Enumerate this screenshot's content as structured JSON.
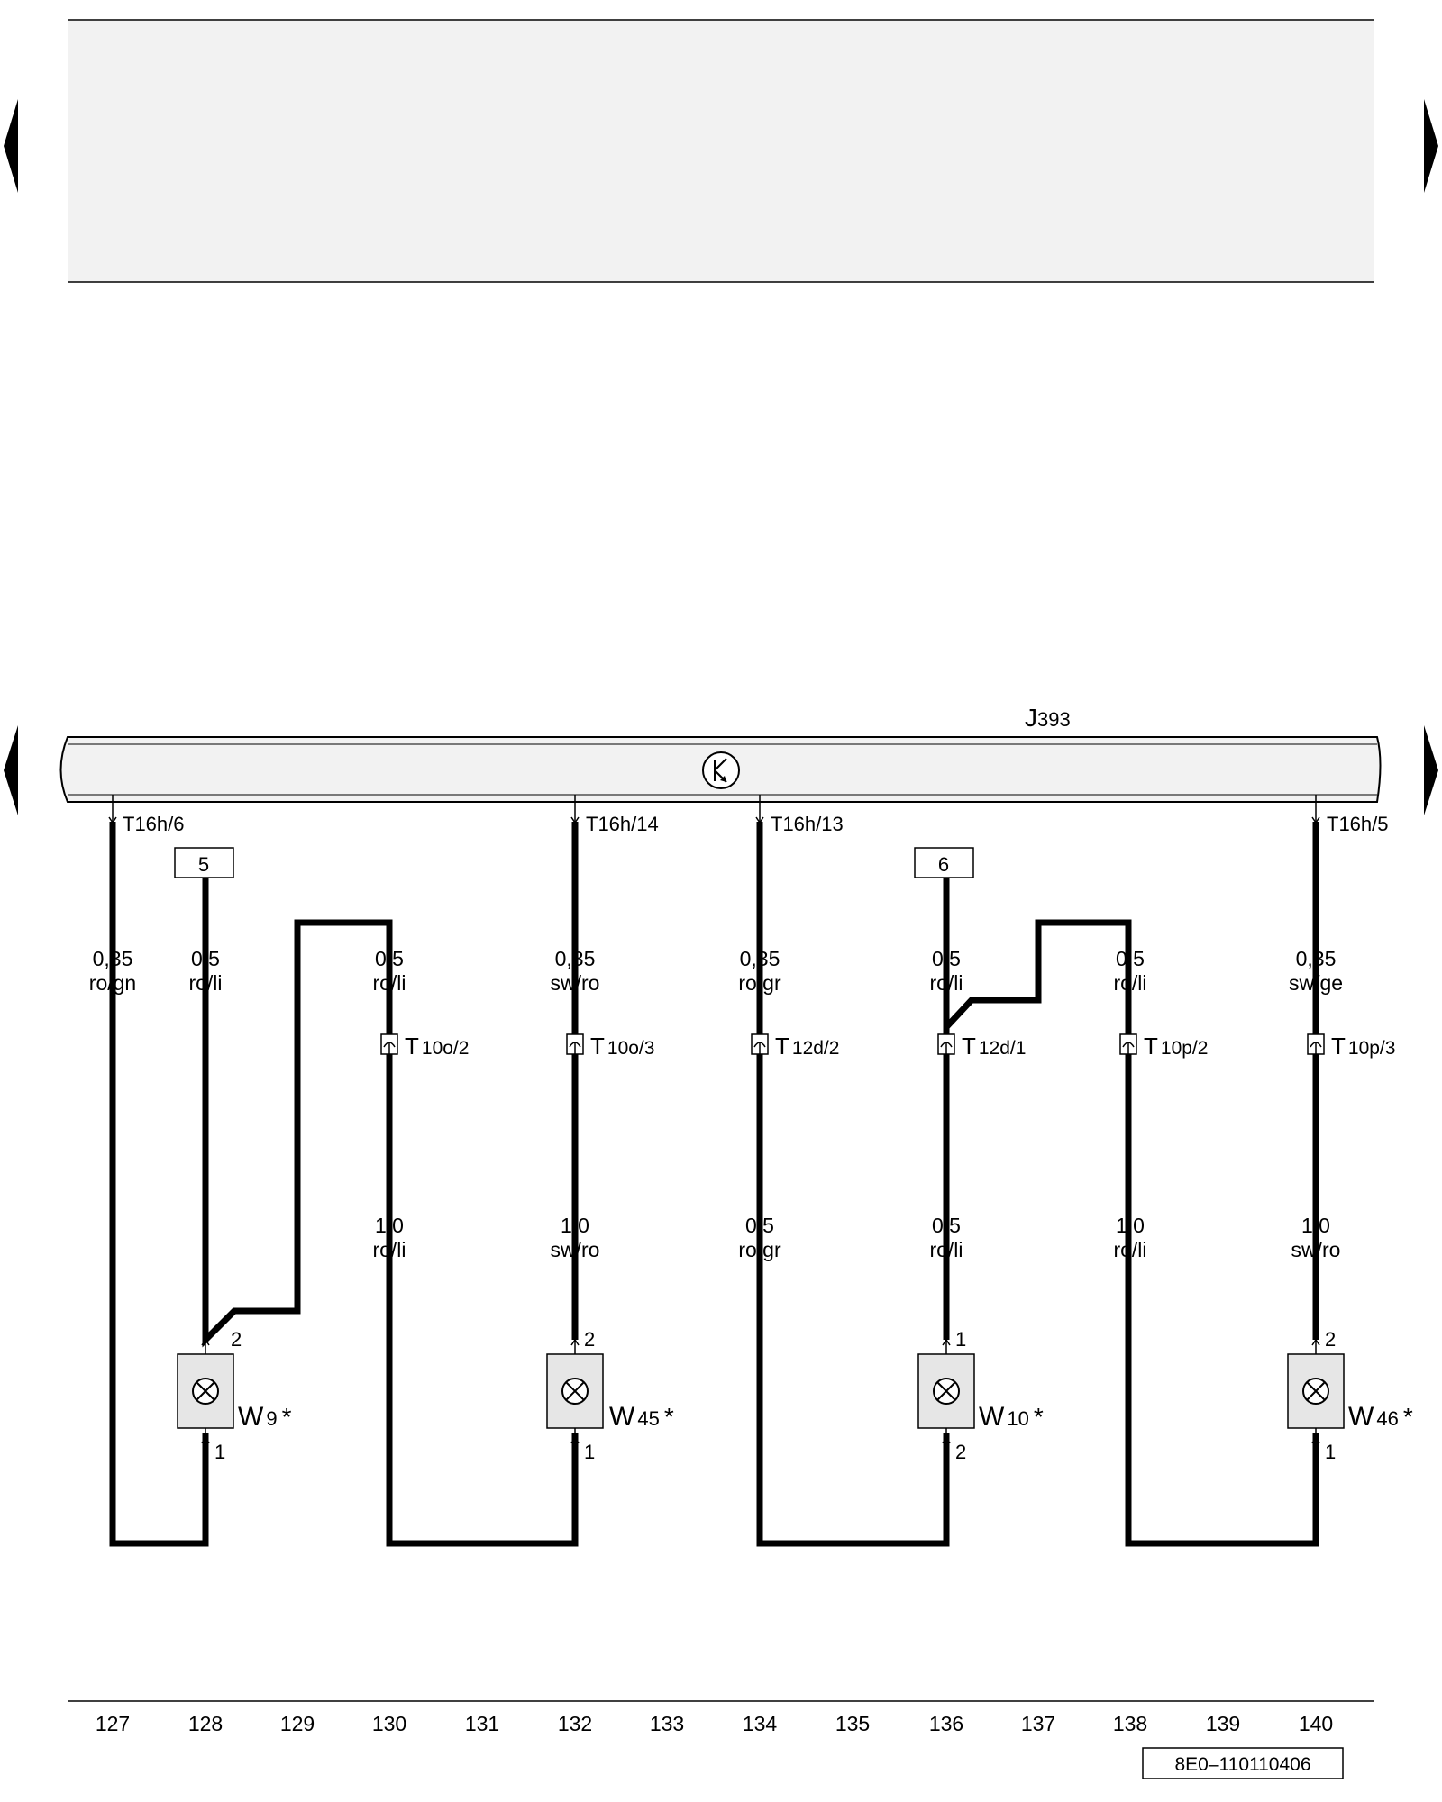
{
  "component": {
    "name_main": "J",
    "name_sub": "393"
  },
  "connectors": [
    {
      "pin": "T16h/6"
    },
    {
      "pin": "T16h/14"
    },
    {
      "pin": "T16h/13"
    },
    {
      "pin": "T16h/5"
    }
  ],
  "references": [
    "5",
    "6"
  ],
  "wire_labels": [
    {
      "size": "0,35",
      "color": "ro/gn"
    },
    {
      "size": "0,5",
      "color": "ro/li"
    },
    {
      "size": "0,5",
      "color": "ro/li"
    },
    {
      "size": "0,35",
      "color": "sw/ro"
    },
    {
      "size": "0,35",
      "color": "ro/gr"
    },
    {
      "size": "0,5",
      "color": "ro/li"
    },
    {
      "size": "0,5",
      "color": "ro/li"
    },
    {
      "size": "0,35",
      "color": "sw/ge"
    },
    {
      "size": "1,0",
      "color": "ro/li"
    },
    {
      "size": "1,0",
      "color": "sw/ro"
    },
    {
      "size": "0,5",
      "color": "ro/gr"
    },
    {
      "size": "0,5",
      "color": "ro/li"
    },
    {
      "size": "1,0",
      "color": "ro/li"
    },
    {
      "size": "1,0",
      "color": "sw/ro"
    }
  ],
  "plug_connectors": [
    {
      "main": "T",
      "sub": "10o/2"
    },
    {
      "main": "T",
      "sub": "10o/3"
    },
    {
      "main": "T",
      "sub": "12d/2"
    },
    {
      "main": "T",
      "sub": "12d/1"
    },
    {
      "main": "T",
      "sub": "10p/2"
    },
    {
      "main": "T",
      "sub": "10p/3"
    }
  ],
  "lamps": [
    {
      "main": "W",
      "sub": "9",
      "mark": "*",
      "pin_top": "2",
      "pin_bottom": "1"
    },
    {
      "main": "W",
      "sub": "45",
      "mark": "*",
      "pin_top": "2",
      "pin_bottom": "1"
    },
    {
      "main": "W",
      "sub": "10",
      "mark": "*",
      "pin_top": "1",
      "pin_bottom": "2"
    },
    {
      "main": "W",
      "sub": "46",
      "mark": "*",
      "pin_top": "2",
      "pin_bottom": "1"
    }
  ],
  "grid_numbers": [
    "127",
    "128",
    "129",
    "130",
    "131",
    "132",
    "133",
    "134",
    "135",
    "136",
    "137",
    "138",
    "139",
    "140"
  ],
  "doc_code": "8E0–110110406",
  "icons": [
    "prev-page-arrow",
    "next-page-arrow",
    "instrument-cluster-symbol"
  ]
}
